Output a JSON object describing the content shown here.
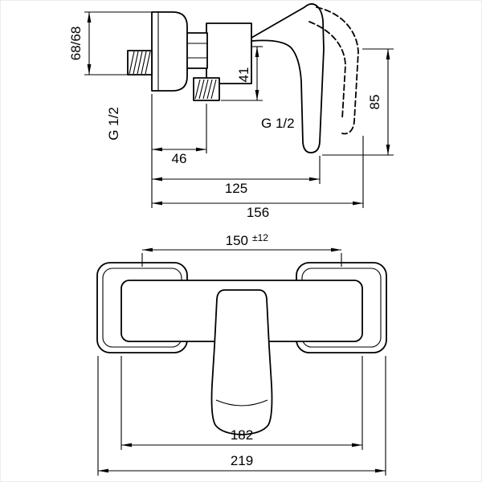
{
  "colors": {
    "line": "#000000",
    "background": "#ffffff"
  },
  "side_view": {
    "dim_connection_height": "68/68",
    "inlet_thread_label": "G 1/2",
    "dim_outlet_length": "41",
    "outlet_thread_label": "G 1/2",
    "dim_wall_to_outlet_center": "46",
    "dim_depth_to_handle": "125",
    "dim_total_depth": "156",
    "dim_handle_travel_height": "85"
  },
  "front_view": {
    "dim_connection_centers": "150",
    "dim_connection_centers_tolerance": "±12",
    "dim_body_width": "182",
    "dim_total_width": "219"
  }
}
